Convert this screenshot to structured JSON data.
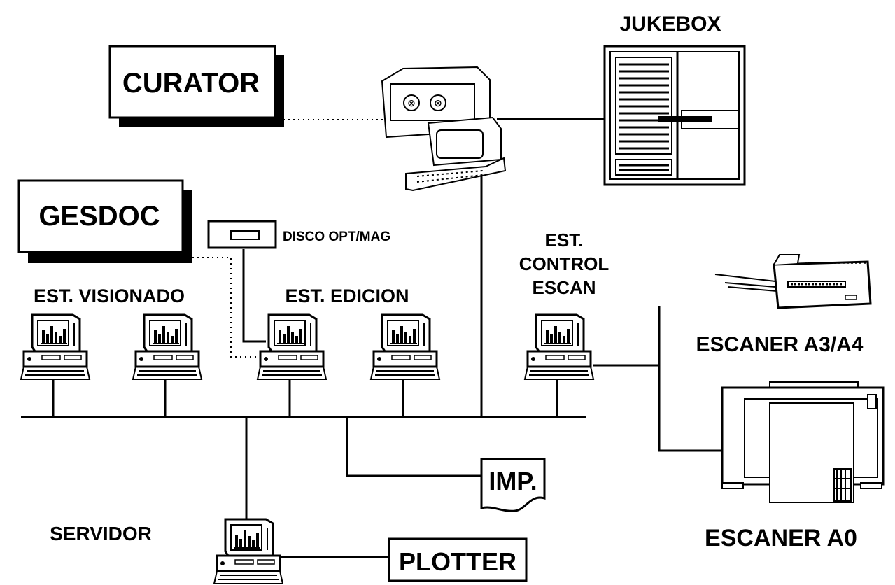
{
  "labels": {
    "jukebox": "JUKEBOX",
    "curator": "CURATOR",
    "gesdoc": "GESDOC",
    "disco": "DISCO OPT/MAG",
    "est_line1": "EST.",
    "control_line2": "CONTROL",
    "escan_line3": "ESCAN",
    "est_visionado": "EST. VISIONADO",
    "est_edicion": "EST. EDICION",
    "escaner_a3a4": "ESCANER A3/A4",
    "imp": "IMP.",
    "servidor": "SERVIDOR",
    "plotter": "PLOTTER",
    "escaner_a0": "ESCANER A0"
  },
  "icons": {
    "workstation": "workstation-icon",
    "host": "host-computer-icon",
    "jukebox": "jukebox-icon",
    "disk": "disk-drive-icon",
    "scanner_a3a4": "scanner-a3a4-icon",
    "scanner_a0": "scanner-a0-icon",
    "printer": "printer-icon"
  }
}
